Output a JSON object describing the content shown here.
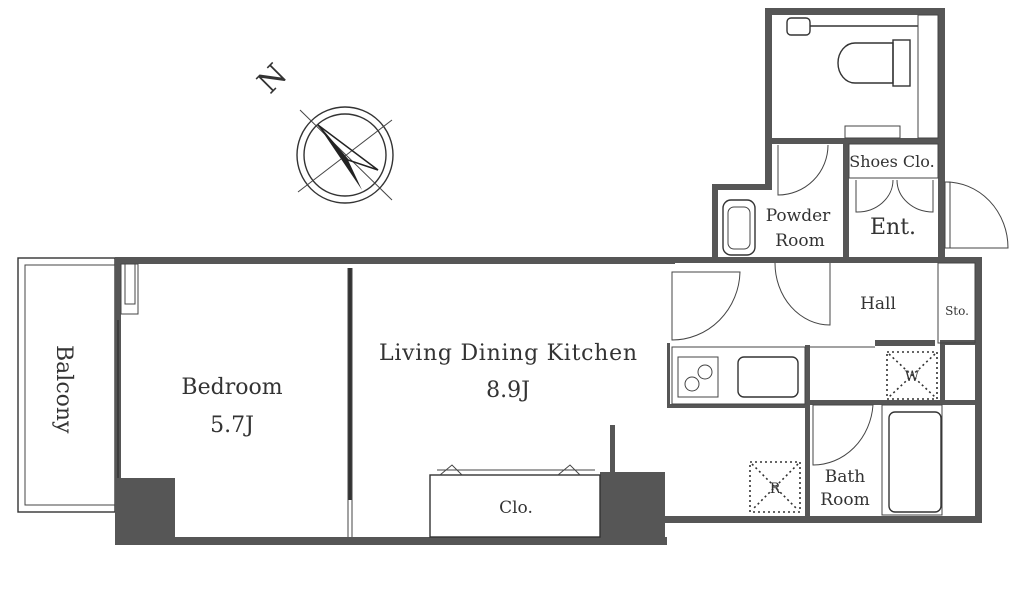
{
  "plan": {
    "compass": {
      "north_label": "N"
    },
    "rooms": {
      "balcony": "Balcony",
      "bedroom": {
        "name": "Bedroom",
        "size": "5.7J"
      },
      "ldk": {
        "name": "Living Dining Kitchen",
        "size": "8.9J"
      },
      "closet": "Clo.",
      "powder_room": {
        "line1": "Powder",
        "line2": "Room"
      },
      "entrance": "Ent.",
      "shoes_closet": "Shoes Clo.",
      "hall": "Hall",
      "storage": "Sto.",
      "washer": "W",
      "refrigerator": "R",
      "bath_room": {
        "line1": "Bath",
        "line2": "Room"
      }
    },
    "colors": {
      "wall": "#565656",
      "line": "#333333"
    }
  }
}
